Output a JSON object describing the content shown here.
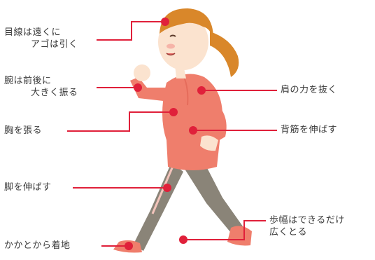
{
  "labels": {
    "gaze": {
      "line1": "目線は遠くに",
      "line2": "アゴは引く"
    },
    "arms": {
      "line1": "腕は前後に",
      "line2": "大きく振る"
    },
    "chest": "胸を張る",
    "legs": "脚を伸ばす",
    "heel": "かかとから着地",
    "shoulders": "肩の力を抜く",
    "back": "背筋を伸ばす",
    "stride": {
      "line1": "歩幅はできるだけ",
      "line2": "広くとる"
    }
  },
  "colors": {
    "marker": "#e0203a",
    "line": "#e0203a",
    "hair": "#d9872a",
    "skin": "#fbe3cf",
    "top": "#ef7e6c",
    "pants": "#8a8478",
    "shoes": "#ef7e6c"
  }
}
